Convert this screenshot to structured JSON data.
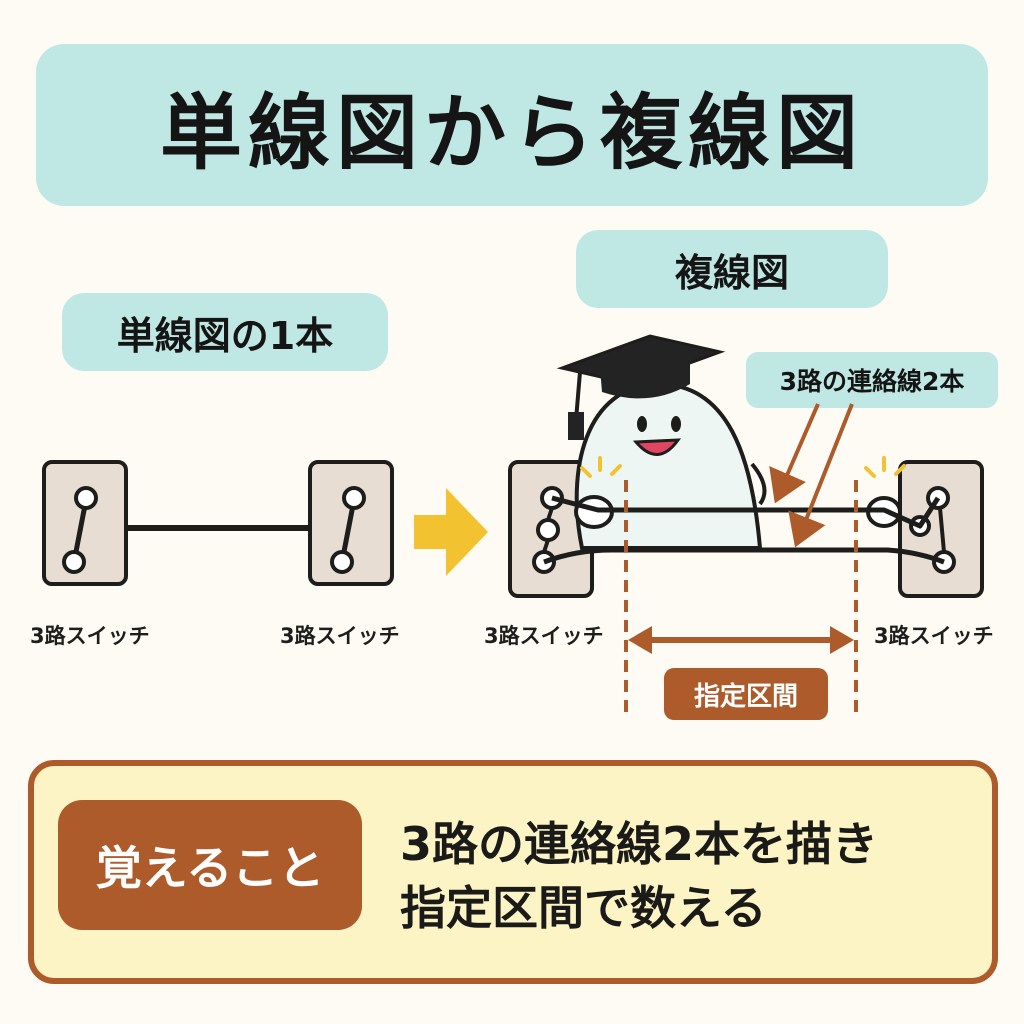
{
  "title": "単線図から複線図",
  "single": {
    "label": "単線図の1本",
    "left_switch": "3路スイッチ",
    "right_switch": "3路スイッチ"
  },
  "double": {
    "label": "複線図",
    "connector_label": "3路の連絡線2本",
    "left_switch": "3路スイッチ",
    "right_switch": "3路スイッチ",
    "section_label": "指定区間"
  },
  "memo": {
    "tag": "覚えること",
    "line1": "3路の連絡線2本を描き",
    "line2": "指定区間で数える"
  },
  "colors": {
    "banner": "#bfe8e4",
    "accent": "#ad5b2a",
    "arrow": "#f2c230",
    "switch_fill": "#e7ddd2",
    "memo_bg": "#fdf4c6"
  }
}
